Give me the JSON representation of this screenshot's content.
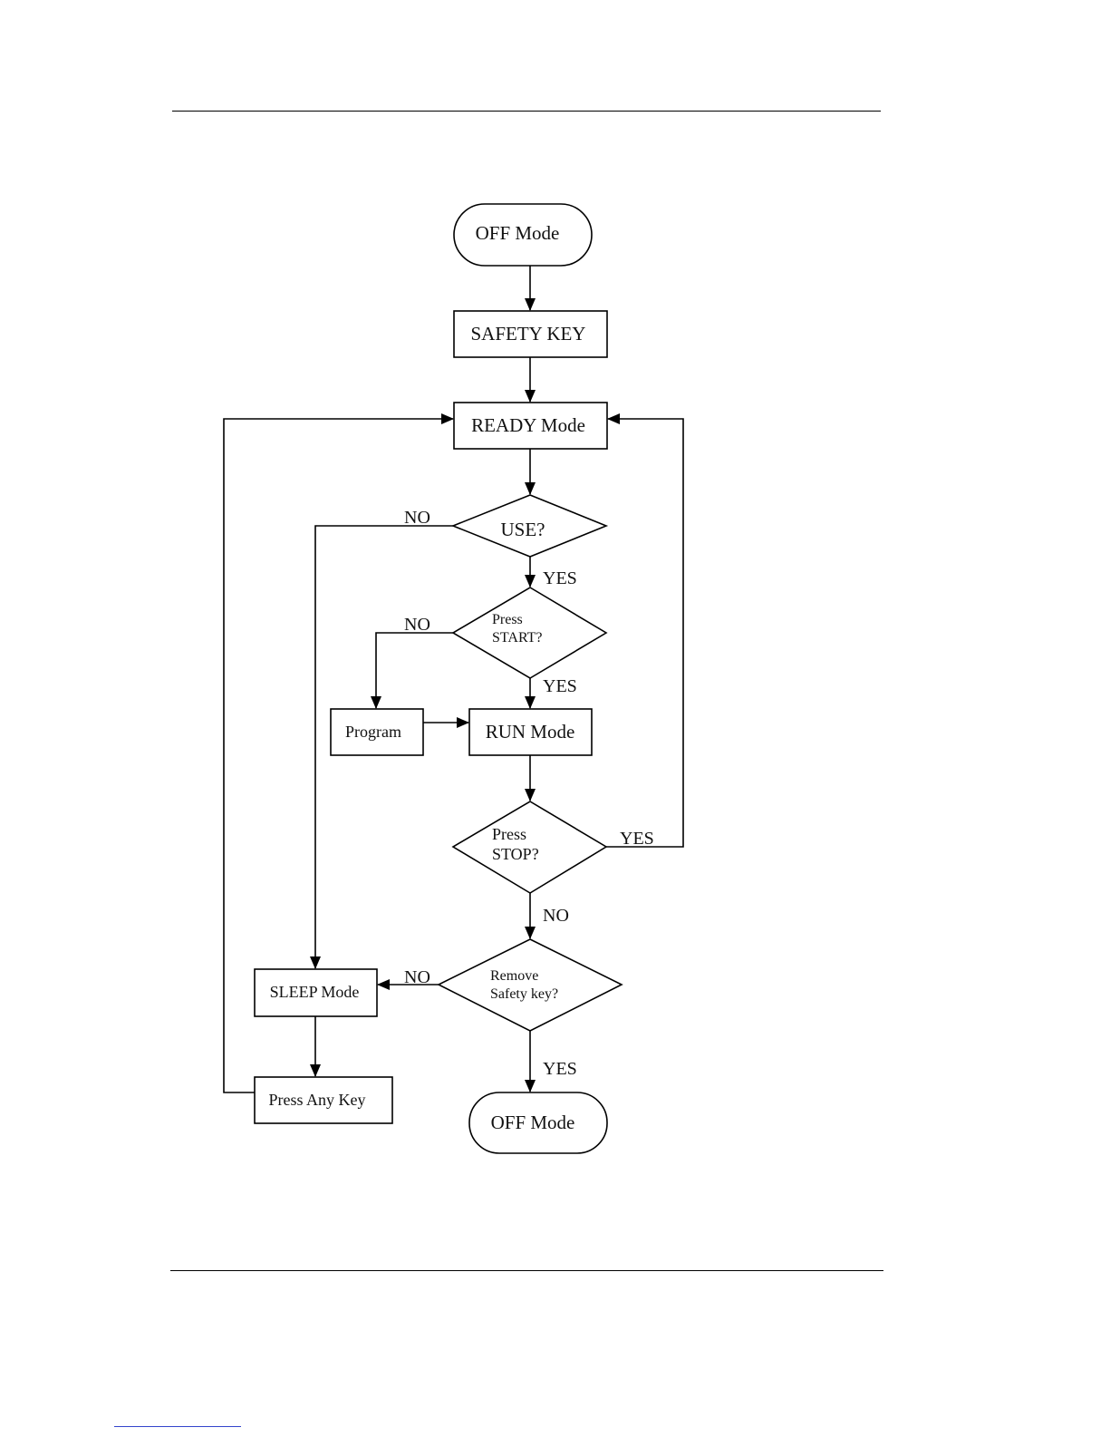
{
  "flowchart": {
    "off_mode_top": "OFF Mode",
    "safety_key": "SAFETY KEY",
    "ready_mode": "READY Mode",
    "use_q": "USE?",
    "press_start_q": [
      "Press",
      "START?"
    ],
    "program": "Program",
    "run_mode": "RUN Mode",
    "press_stop_q": [
      "Press",
      "STOP?"
    ],
    "remove_safety_q": [
      "Remove",
      "Safety key?"
    ],
    "sleep_mode": "SLEEP Mode",
    "press_any_key": "Press Any Key",
    "off_mode_bottom": "OFF Mode",
    "labels": {
      "use_no": "NO",
      "use_yes": "YES",
      "start_no": "NO",
      "start_yes": "YES",
      "stop_yes": "YES",
      "stop_no": "NO",
      "remove_no": "NO",
      "remove_yes": "YES"
    }
  }
}
